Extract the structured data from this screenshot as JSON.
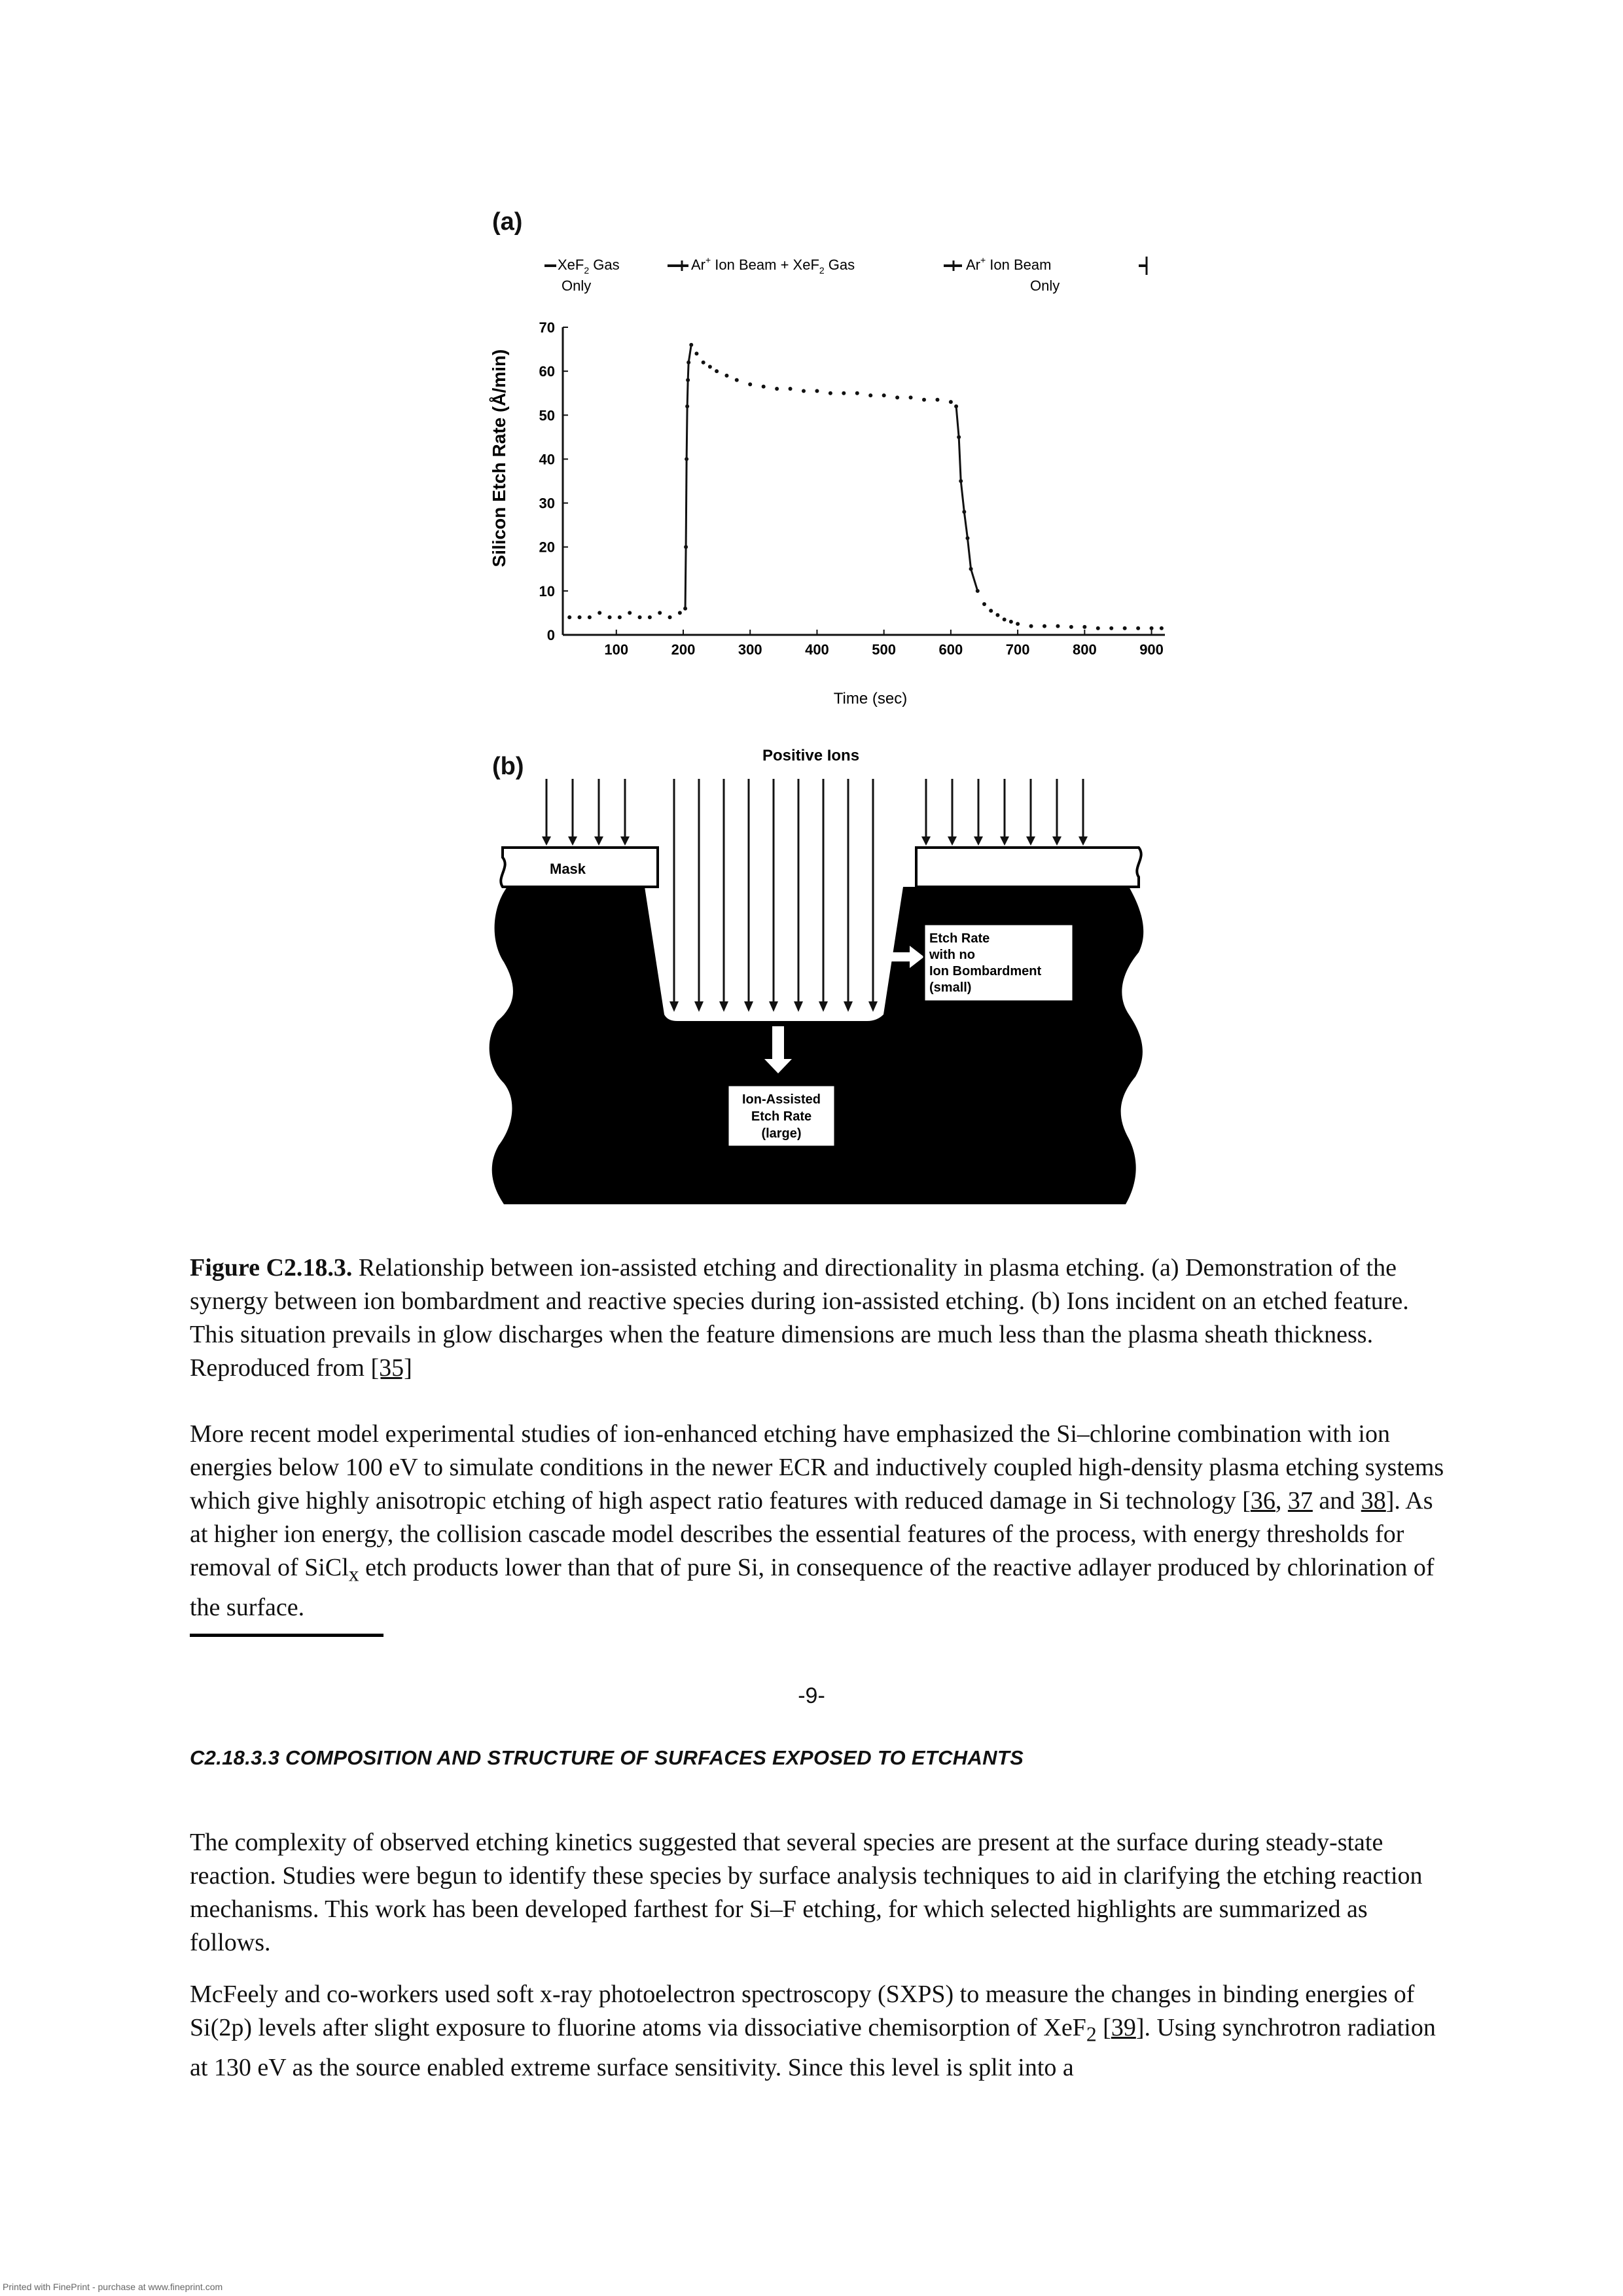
{
  "figure_a": {
    "panel_label": "(a)",
    "legend": {
      "seg1": "XeF",
      "seg1_sub": "2",
      "seg1_tail": " Gas",
      "seg1_note": "Only",
      "seg2": "Ar",
      "seg2_sup": "+",
      "seg2_tail": " Ion Beam + XeF",
      "seg2_sub": "2",
      "seg2_end": " Gas",
      "seg3": "Ar",
      "seg3_sup": "+",
      "seg3_tail": " Ion Beam",
      "seg3_note": "Only"
    },
    "chart_data": {
      "type": "scatter",
      "ylabel": "Silicon Etch Rate (Å/min)",
      "xlabel": "Time (sec)",
      "xlim": [
        20,
        920
      ],
      "ylim": [
        0,
        70
      ],
      "x_ticks": [
        "100",
        "200",
        "300",
        "400",
        "500",
        "600",
        "700",
        "800",
        "900"
      ],
      "x_tick_values": [
        100,
        200,
        300,
        400,
        500,
        600,
        700,
        800,
        900
      ],
      "y_ticks": [
        "0",
        "10",
        "20",
        "30",
        "40",
        "50",
        "60",
        "70"
      ],
      "y_tick_values": [
        0,
        10,
        20,
        30,
        40,
        50,
        60,
        70
      ],
      "series": [
        {
          "x": [
            30,
            45,
            60,
            75,
            90,
            105,
            120,
            135,
            150,
            165,
            180,
            195,
            203,
            204,
            205,
            206,
            207,
            208,
            212,
            220,
            230,
            240,
            250,
            265,
            280,
            300,
            320,
            340,
            360,
            380,
            400,
            420,
            440,
            460,
            480,
            500,
            520,
            540,
            560,
            580,
            600,
            608,
            612,
            615,
            620,
            625,
            630,
            640,
            650,
            660,
            670,
            680,
            690,
            700,
            720,
            740,
            760,
            780,
            800,
            820,
            840,
            860,
            880,
            900,
            915
          ],
          "y": [
            4,
            4,
            4,
            5,
            4,
            4,
            5,
            4,
            4,
            5,
            4,
            5,
            6,
            20,
            40,
            52,
            58,
            62,
            66,
            64,
            62,
            61,
            60,
            59,
            58,
            57,
            56.5,
            56,
            56,
            55.5,
            55.5,
            55,
            55,
            55,
            54.5,
            54.5,
            54,
            54,
            53.5,
            53.5,
            53,
            52,
            45,
            35,
            28,
            22,
            15,
            10,
            7,
            5.5,
            4.5,
            3.5,
            3,
            2.5,
            2,
            2,
            2,
            1.8,
            1.8,
            1.5,
            1.5,
            1.5,
            1.5,
            1.5,
            1.5
          ]
        }
      ]
    }
  },
  "figure_b": {
    "panel_label": "(b)",
    "top_label": "Positive Ions",
    "mask_label": "Mask",
    "callout_right": [
      "Etch Rate",
      "with no",
      "Ion Bombardment",
      "(small)"
    ],
    "callout_bottom": [
      "Ion-Assisted",
      "Etch Rate",
      "(large)"
    ]
  },
  "caption": {
    "label": "Figure C2.18.3.",
    "text": " Relationship between ion-assisted etching and directionality in plasma etching. (a) Demonstration of the synergy between ion bombardment and reactive species during ion-assisted etching. (b) Ions incident on an etched feature. This situation prevails in glow discharges when the feature dimensions are much less than the plasma sheath thickness. Reproduced from ",
    "ref": "[35]"
  },
  "paragraph1": {
    "part1": "More recent model experimental studies of ion-enhanced etching have emphasized the Si–chlorine combination with ion energies below 100 eV to simulate conditions in the newer ECR and inductively coupled high-density plasma etching systems which give highly anisotropic etching of high aspect ratio features with reduced damage in Si technology [",
    "ref1": "36",
    "sep1": ", ",
    "ref2": "37",
    "sep2": " and ",
    "ref3": "38",
    "part2": "]. As at higher ion energy, the collision cascade model describes the essential features of the process, with energy thresholds for removal of SiCl",
    "sub": "x",
    "part3": " etch products lower than that of pure Si, in consequence of the reactive adlayer produced by chlorination of the surface."
  },
  "page_number": "-9-",
  "section_heading": "C2.18.3.3 COMPOSITION AND STRUCTURE OF SURFACES EXPOSED TO ETCHANTS",
  "paragraph2": "The complexity of observed etching kinetics suggested that several species are present at the surface during steady-state reaction. Studies were begun to identify these species by surface analysis techniques to aid in clarifying the etching reaction mechanisms. This work has been developed farthest for Si–F etching, for which selected highlights are summarized as follows.",
  "paragraph3": {
    "part1": "McFeely and co-workers used soft x-ray photoelectron spectroscopy (SXPS) to measure the changes in binding energies of Si(2p) levels after slight exposure to fluorine atoms via dissociative chemisorption of XeF",
    "sub": "2",
    "sep": " [",
    "ref": "39",
    "part2": "]. Using synchrotron radiation at 130 eV as the source enabled extreme surface sensitivity. Since this level is split into a"
  },
  "footer": "Printed with FinePrint - purchase at www.fineprint.com"
}
